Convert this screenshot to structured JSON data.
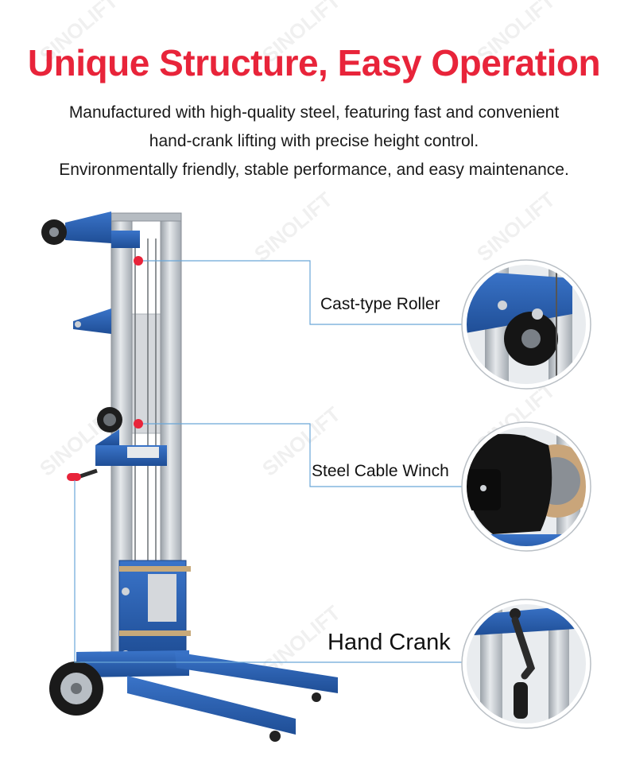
{
  "brand_watermark": "SINOLIFT",
  "headline": "Unique Structure, Easy Operation",
  "description": {
    "line1": "Manufactured with high-quality steel, featuring fast and convenient",
    "line2": "hand-crank lifting with precise height control.",
    "line3": "Environmentally friendly, stable performance, and easy maintenance."
  },
  "callouts": [
    {
      "label": "Cast-type Roller"
    },
    {
      "label": "Steel Cable Winch"
    },
    {
      "label": "Hand Crank"
    }
  ],
  "colors": {
    "headline": "#e8243a",
    "frame_blue": "#2a5fb0",
    "mast_silver": "#c9ced4",
    "callout_line": "#6aa6d8",
    "marker_red": "#e8243a"
  }
}
